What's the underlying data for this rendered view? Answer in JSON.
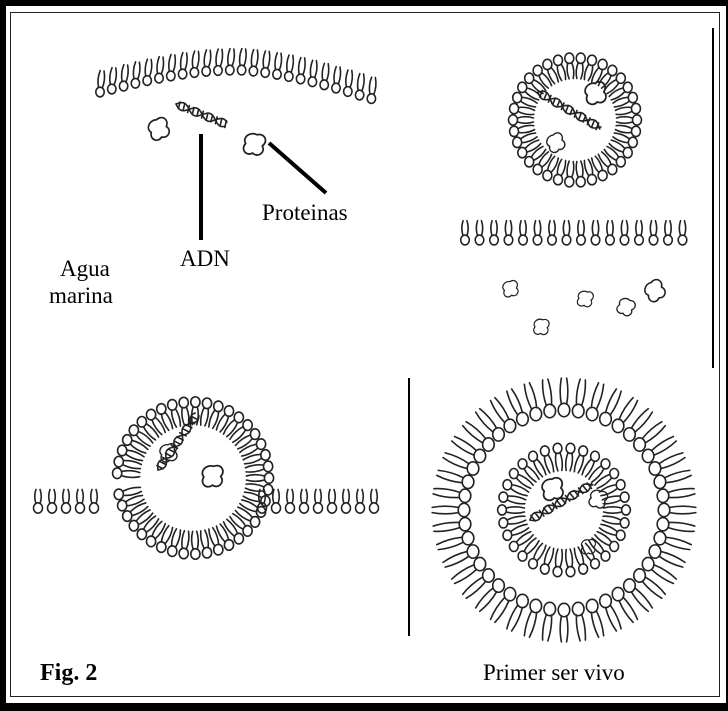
{
  "labels": {
    "proteins": "Proteinas",
    "dna": "ADN",
    "seawater_line1": "Agua",
    "seawater_line2": "marina",
    "figure": "Fig. 2",
    "first_living_being": "Primer ser vivo"
  }
}
